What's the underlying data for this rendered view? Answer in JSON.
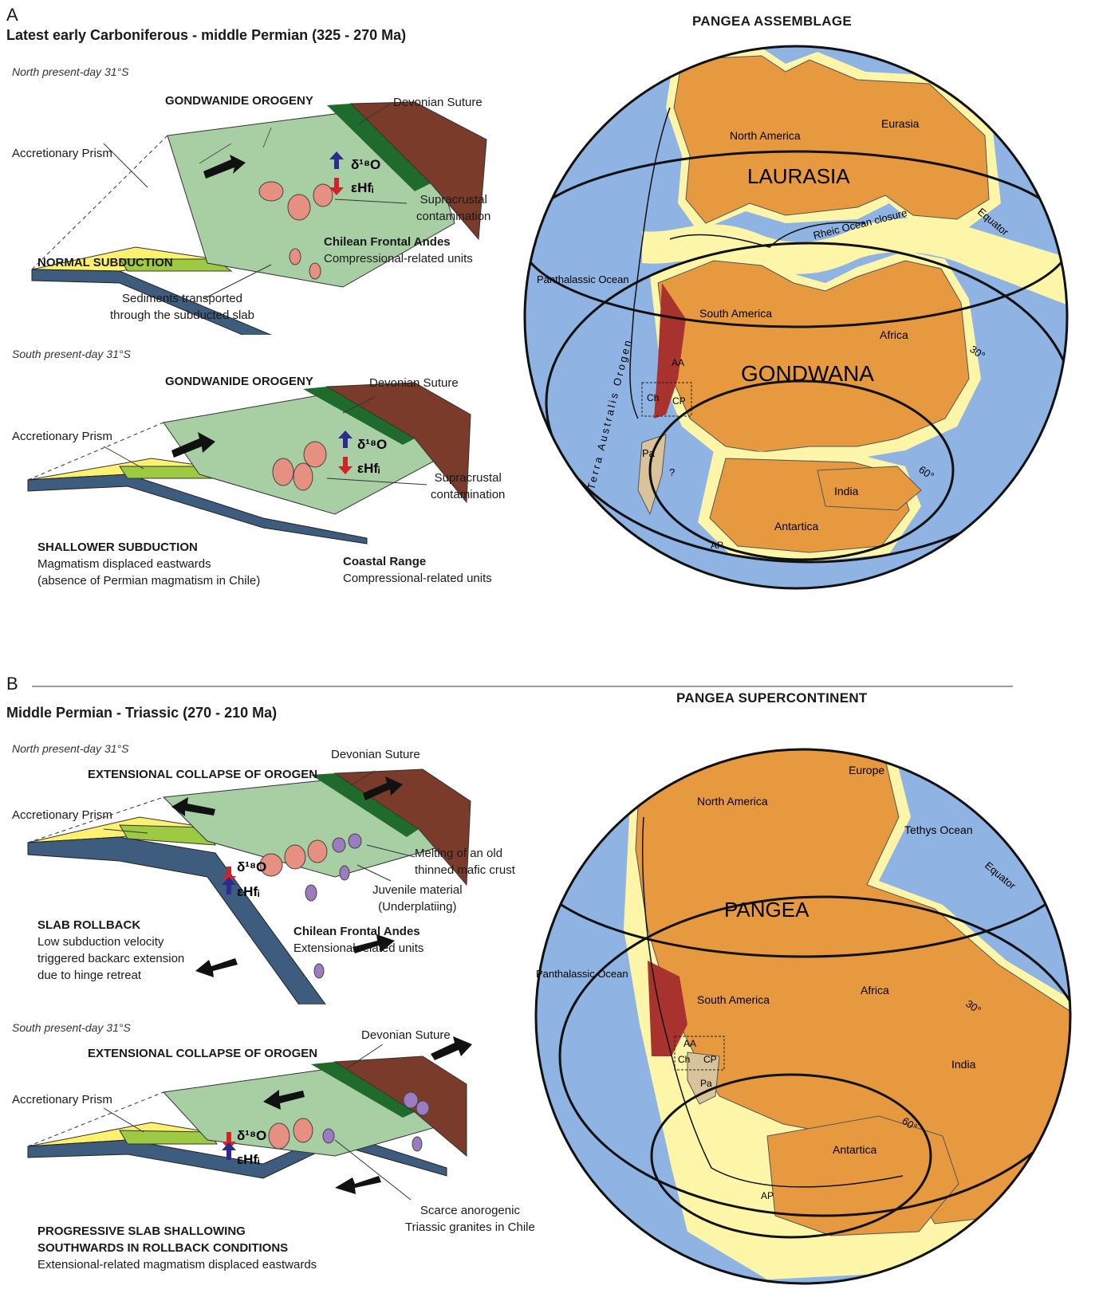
{
  "panelA": {
    "letter": "A",
    "title": "Latest early Carboniferous - middle Permian (325 - 270 Ma)",
    "north": {
      "subtitle": "North present-day 31°S",
      "orogeny": "GONDWANIDE OROGENY",
      "suture": "Devonian Suture",
      "prism": "Accretionary Prism",
      "delta": "δ¹⁸O",
      "ehf": "εHfᵢ",
      "contam1": "Supracrustal",
      "contam2": "contamination",
      "region": "Chilean Frontal Andes",
      "regionSub": "Compressional-related units",
      "subduction": "NORMAL SUBDUCTION",
      "sed1": "Sediments transported",
      "sed2": "through the subducted slab"
    },
    "south": {
      "subtitle": "South present-day 31°S",
      "orogeny": "GONDWANIDE OROGENY",
      "suture": "Devonian Suture",
      "prism": "Accretionary Prism",
      "delta": "δ¹⁸O",
      "ehf": "εHfᵢ",
      "contam1": "Supracrustal",
      "contam2": "contamination",
      "subduction": "SHALLOWER SUBDUCTION",
      "mag1": "Magmatism displaced eastwards",
      "mag2": "(absence of Permian magmatism in Chile)",
      "region": "Coastal Range",
      "regionSub": "Compressional-related units"
    },
    "map": {
      "title": "PANGEA ASSEMBLAGE",
      "northAmerica": "North America",
      "eurasia": "Eurasia",
      "laurasia": "LAURASIA",
      "equator": "Equator",
      "rheic": "Rheic Ocean closure",
      "panthalassic": "Panthalassic Ocean",
      "southAmerica": "South America",
      "africa": "Africa",
      "gondwana": "GONDWANA",
      "terra": "Terra Australis Orogen",
      "lat30": "30°",
      "lat60": "60°",
      "aa": "AA",
      "ch": "Ch",
      "cp": "CP",
      "pa": "Pa",
      "q": "?",
      "india": "India",
      "antartica": "Antartica",
      "ap": "AP"
    }
  },
  "panelB": {
    "letter": "B",
    "title": "Middle Permian - Triassic (270 - 210 Ma)",
    "north": {
      "subtitle": "North present-day 31°S",
      "suture": "Devonian Suture",
      "collapse": "EXTENSIONAL COLLAPSE OF OROGEN",
      "prism": "Accretionary Prism",
      "delta": "δ¹⁸O",
      "ehf": "εHfᵢ",
      "melt1": "Melting of an old",
      "melt2": "thinned mafic crust",
      "juv1": "Juvenile material",
      "juv2": "(Underplatiing)",
      "rollback": "SLAB ROLLBACK",
      "roll1": "Low subduction velocity",
      "roll2": "triggered backarc extension",
      "roll3": "due to hinge retreat",
      "region": "Chilean Frontal Andes",
      "regionSub": "Extensional related units"
    },
    "south": {
      "subtitle": "South present-day 31°S",
      "suture": "Devonian Suture",
      "collapse": "EXTENSIONAL COLLAPSE OF OROGEN",
      "prism": "Accretionary Prism",
      "delta": "δ¹⁸O",
      "ehf": "εHfᵢ",
      "prog1": "PROGRESSIVE SLAB SHALLOWING",
      "prog2": "SOUTHWARDS IN ROLLBACK CONDITIONS",
      "prog3": "Extensional-related magmatism displaced eastwards",
      "scarce1": "Scarce anorogenic",
      "scarce2": "Triassic granites in Chile"
    },
    "map": {
      "title": "PANGEA SUPERCONTINENT",
      "europe": "Europe",
      "northAmerica": "North America",
      "tethys": "Tethys Ocean",
      "equator": "Equator",
      "pangea": "PANGEA",
      "panthalassic": "Panthalassic Ocean",
      "southAmerica": "South America",
      "africa": "Africa",
      "lat30": "30°",
      "india": "India",
      "aa": "AA",
      "ch": "Ch",
      "cp": "CP",
      "pa": "Pa",
      "lat60": "60°",
      "antartica": "Antartica",
      "ap": "AP"
    }
  },
  "colors": {
    "ocean": "#8fb4e3",
    "continent": "#e7993f",
    "shelf": "#fdf6a8",
    "crust": "#a7cfa3",
    "suture": "#1f6b2b",
    "block": "#7a3b2a",
    "slab": "#3e5c7e",
    "sediment": "#fdf16f",
    "prism": "#9dc943",
    "pluton": "#e59080",
    "juvenile": "#9b7cc0",
    "up": "#2c2b8f",
    "down": "#d2232a"
  }
}
